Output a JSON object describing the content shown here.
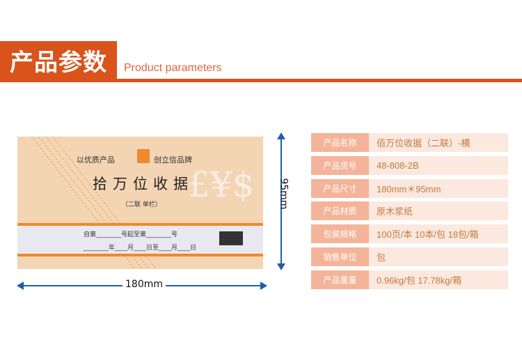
{
  "header": {
    "title": "产品参数",
    "subtitle": "Product parameters"
  },
  "product_image": {
    "slogan_left": "以优质产品",
    "slogan_right": "创立信品牌",
    "title": "拾万位收据",
    "subtitle": "（二联 单栏）",
    "currency_symbols": "£¥$",
    "line1": "自第________号起至第________号",
    "line2": "________年____月____日至____月____日",
    "width_label": "180mm",
    "height_label": "95mm"
  },
  "specs": [
    {
      "label": "产品名称",
      "value": "佰万位收据（二联）-横"
    },
    {
      "label": "产品货号",
      "value": "48-808-2B"
    },
    {
      "label": "产品尺寸",
      "value": "180mm＊95mm"
    },
    {
      "label": "产品材质",
      "value": "原木浆纸"
    },
    {
      "label": "包装规格",
      "value": "100页/本  10本/包  18包/箱"
    },
    {
      "label": "销售单位",
      "value": "包"
    },
    {
      "label": "产品重量",
      "value": "0.96kg/包 17.78kg/箱"
    }
  ],
  "colors": {
    "accent": "#d9531a",
    "label_bg": "#f4b49a",
    "value_bg": "#fbe8df",
    "value_text": "#c27a3c",
    "arrow": "#1d5fa8"
  }
}
